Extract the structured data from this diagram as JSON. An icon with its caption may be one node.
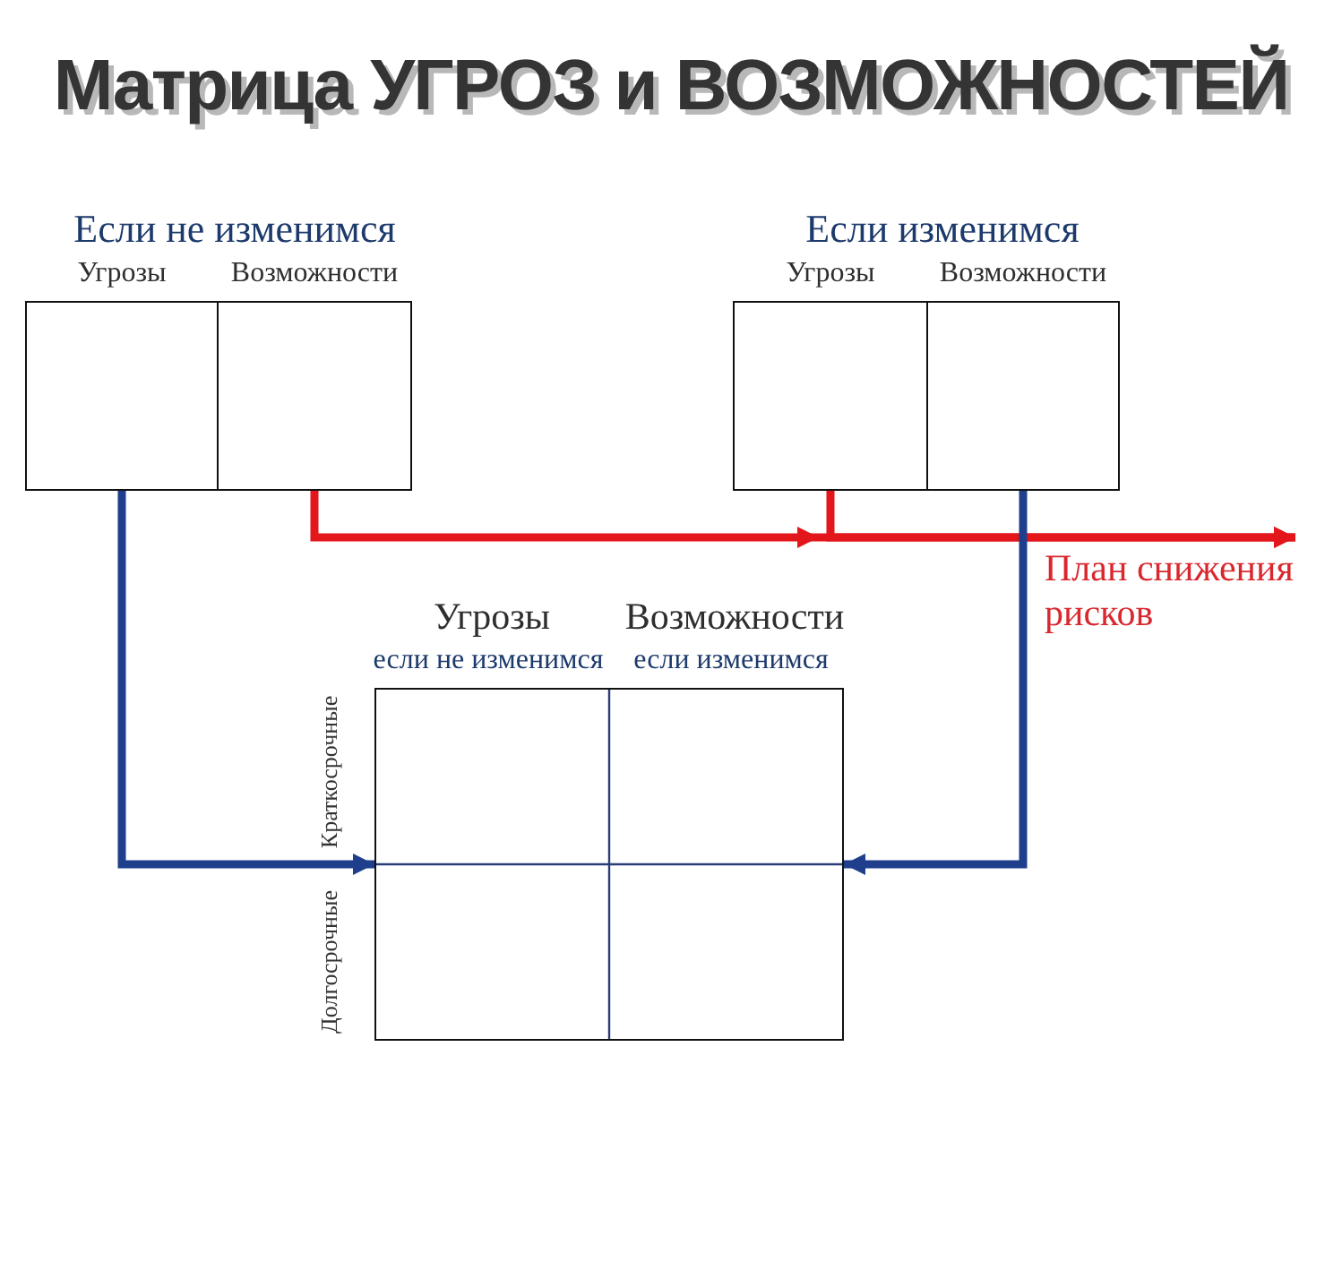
{
  "diagram": {
    "title": "Матрица УГРОЗ и ВОЗМОЖНОСТЕЙ",
    "nodes": [
      {
        "text": [
          "Если не изменимся"
        ]
      },
      {
        "text": [
          "Угрозы"
        ],
        "in": 0
      },
      {
        "text": [
          "Возможности"
        ],
        "in": 0
      },
      {
        "text": [
          "Если изменимся"
        ]
      },
      {
        "text": [
          "Угрозы"
        ],
        "in": 3
      },
      {
        "text": [
          "Возможности"
        ],
        "in": 3
      },
      {
        "text": [],
        "shape": "box",
        "beside": [
          "Угрозы",
          "Возможности",
          "если не изменимся",
          "если изменимся",
          "Краткосрочные",
          "Долгосрочные"
        ]
      },
      {
        "text": [
          "План снижения рисков"
        ]
      }
    ],
    "edges": [
      {
        "from": 1,
        "to": 6,
        "arrow": "to",
        "color": "#1f3f8c"
      },
      {
        "from": 5,
        "to": 6,
        "arrow": "to",
        "color": "#1f3f8c"
      },
      {
        "from": 2,
        "to": 7,
        "arrow": "to",
        "color": "#e3161b"
      },
      {
        "from": 4,
        "to": 7,
        "arrow": "to",
        "color": "#e3161b"
      }
    ]
  }
}
